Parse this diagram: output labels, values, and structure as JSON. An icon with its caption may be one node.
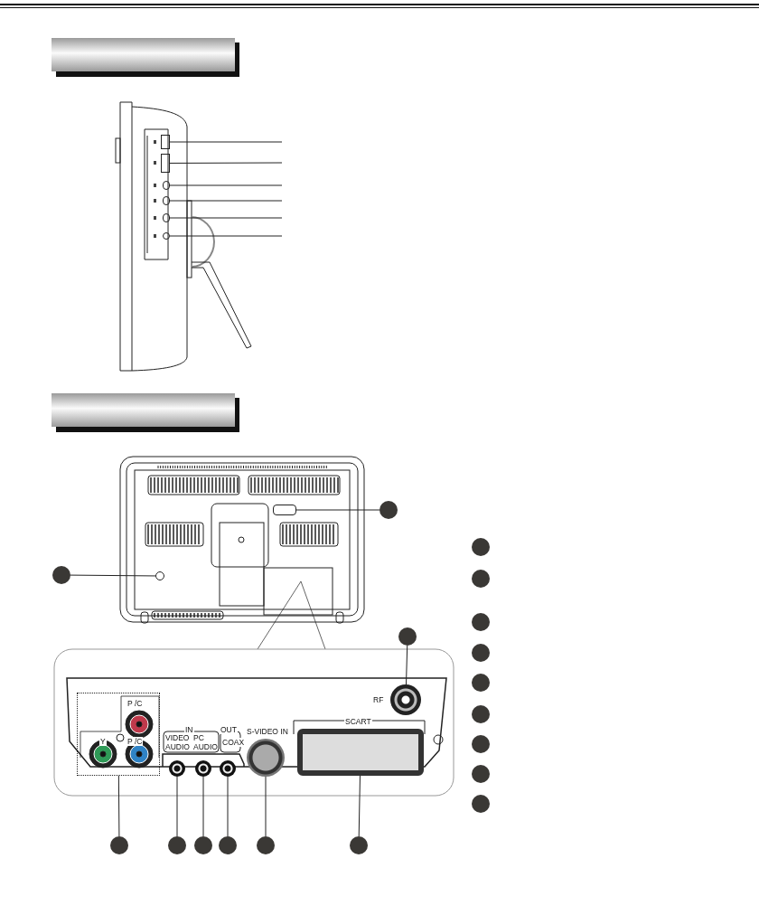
{
  "diagram": {
    "nodes": [
      {
        "text": [],
        "shape": "box"
      },
      {
        "text": [],
        "shape": "box"
      },
      {
        "text": [],
        "shape": "box"
      },
      {
        "text": [],
        "shape": "box"
      },
      {
        "text": [],
        "shape": "box"
      },
      {
        "text": [],
        "shape": "circle"
      },
      {
        "text": [],
        "shape": "circle"
      },
      {
        "text": [],
        "shape": "box"
      },
      {
        "text": [],
        "shape": "circle"
      },
      {
        "text": [],
        "shape": "circle"
      },
      {
        "text": [],
        "shape": "circle"
      },
      {
        "text": [],
        "shape": "circle"
      },
      {
        "text": [],
        "shape": "circle"
      },
      {
        "text": [],
        "shape": "circle"
      },
      {
        "text": [],
        "shape": "circle"
      },
      {
        "text": [],
        "shape": "circle"
      },
      {
        "text": [],
        "shape": "circle"
      },
      {
        "text": [],
        "shape": "circle"
      },
      {
        "text": [],
        "shape": "box"
      },
      {
        "text": [],
        "shape": "circle"
      },
      {
        "text": [],
        "shape": "circle"
      },
      {
        "text": [],
        "shape": "circle"
      },
      {
        "text": [],
        "shape": "circle"
      },
      {
        "text": [],
        "shape": "box"
      },
      {
        "text": [],
        "shape": "circle"
      },
      {
        "text": [],
        "shape": "circle"
      },
      {
        "text": [],
        "shape": "circle"
      },
      {
        "text": [],
        "shape": "circle"
      },
      {
        "text": [],
        "shape": "circle"
      },
      {
        "text": [],
        "shape": "circle"
      },
      {
        "text": [],
        "shape": "circle"
      },
      {
        "text": [],
        "shape": "circle"
      },
      {
        "text": [],
        "shape": "circle"
      }
    ],
    "edges": [
      {
        "from": null,
        "to": 0,
        "arrow": "none"
      },
      {
        "from": null,
        "to": 1,
        "arrow": "none"
      },
      {
        "from": null,
        "to": 2,
        "arrow": "none"
      },
      {
        "from": null,
        "to": 3,
        "arrow": "none"
      },
      {
        "from": null,
        "to": 4,
        "arrow": "none"
      },
      {
        "from": null,
        "to": 5,
        "arrow": "none"
      },
      {
        "from": 6,
        "to": 7,
        "arrow": "none"
      },
      {
        "from": 8,
        "to": 9,
        "arrow": "none"
      },
      {
        "from": 10,
        "to": 11,
        "arrow": "none"
      },
      {
        "from": 12,
        "to": 18,
        "arrow": "none"
      },
      {
        "from": 13,
        "to": 19,
        "arrow": "none"
      },
      {
        "from": 14,
        "to": 20,
        "arrow": "none"
      },
      {
        "from": 15,
        "to": 21,
        "arrow": "none"
      },
      {
        "from": 16,
        "to": 22,
        "arrow": "none"
      },
      {
        "from": 17,
        "to": 23,
        "arrow": "none"
      }
    ],
    "labels": [
      "RF",
      "P /C",
      "SCART",
      "IN",
      "OUT",
      "S-VIDEO IN",
      "Y",
      "P /C",
      "VIDEO AUDIO",
      "PC AUDIO",
      "COAX"
    ]
  }
}
